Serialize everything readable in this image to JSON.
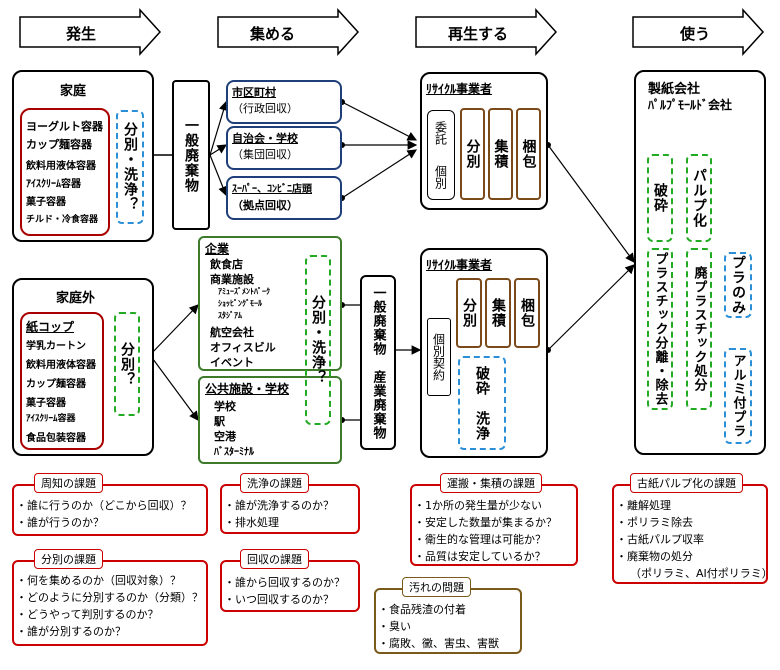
{
  "stages": [
    "発生",
    "集める",
    "再生する",
    "使う"
  ],
  "household": {
    "title": "家庭",
    "items": [
      "ヨーグルト容器",
      "カップ麺容器",
      "飲料用液体容器",
      "ｱｲｽｸﾘｰﾑ容器",
      "菓子容器",
      "チルド・冷食容器"
    ],
    "sort_wash": "分別・洗浄？"
  },
  "outside_home": {
    "title": "家庭外",
    "items": [
      "紙コップ",
      "学乳カートン",
      "飲料用液体容器",
      "カップ麺容器",
      "菓子容器",
      "ｱｲｽｸﾘｰﾑ容器",
      "食品包装容器"
    ],
    "sort": "分別？"
  },
  "general_waste": "一般廃棄物",
  "collect_top": [
    {
      "title": "市区町村",
      "sub": "（行政回収）"
    },
    {
      "title": "自治会・学校",
      "sub": "（集団回収）"
    },
    {
      "title": "ｽｰﾊﾟｰ、ｺﾝﾋﾞﾆ店頭",
      "sub": "（拠点回収）"
    }
  ],
  "business": {
    "title": "企業",
    "items": [
      "飲食店",
      "商業施設",
      "ｱﾐｭｰｽﾞﾒﾝﾄﾊﾟｰｸ",
      "ｼｮｯﾋﾟﾝｸﾞﾓｰﾙ",
      "ｽﾀｼﾞｱﾑ",
      "航空会社",
      "オフィスビル",
      "イベント"
    ]
  },
  "public": {
    "title": "公共施設・学校",
    "items": [
      "学校",
      "駅",
      "空港",
      "ﾊﾞｽﾀｰﾐﾅﾙ"
    ]
  },
  "sort_wash_mid": "分別・洗浄？",
  "waste_mid": "一般廃棄物　産業廃棄物",
  "recycler_top": {
    "title": "ﾘｻｲｸﾙ事業者",
    "consign": "委託",
    "individual": "個別",
    "steps": [
      "分別",
      "集積",
      "梱包"
    ]
  },
  "recycler_bottom": {
    "title": "ﾘｻｲｸﾙ事業者",
    "contract": "個別契約",
    "steps": [
      "分別",
      "集積",
      "梱包"
    ],
    "crush_wash": "破砕　洗浄"
  },
  "paper_company": {
    "title1": "製紙会社",
    "title2": "ﾊﾟﾙﾌﾟﾓｰﾙﾄﾞ会社",
    "crush": "破砕",
    "pulp": "パルプ化",
    "plastic_sep": "プラスチック分離・除去",
    "waste_plastic": "廃プラスチック処分",
    "plastic_only": "プラのみ",
    "aluminum": "アルミ付プラ"
  },
  "issues": {
    "awareness": {
      "title": "周知の課題",
      "items": [
        "誰に行うのか（どこから回収）？",
        "誰が行うのか？"
      ]
    },
    "sorting": {
      "title": "分別の課題",
      "items": [
        "何を集めるのか（回収対象）？",
        "どのように分別するのか（分類）？",
        "どうやって判別するのか？",
        "誰が分別するのか？"
      ]
    },
    "washing": {
      "title": "洗浄の課題",
      "items": [
        "誰が洗浄するのか？",
        "排水処理"
      ]
    },
    "collection": {
      "title": "回収の課題",
      "items": [
        "誰から回収するのか？",
        "いつ回収するのか？"
      ]
    },
    "transport": {
      "title": "運搬・集積の課題",
      "items": [
        "1か所の発生量が少ない",
        "安定した数量が集まるか？",
        "衛生的な管理は可能か？",
        "品質は安定しているか？"
      ]
    },
    "dirt": {
      "title": "汚れの問題",
      "items": [
        "食品残渣の付着",
        "臭い",
        "腐敗、黴、害虫、害獣"
      ]
    },
    "pulping": {
      "title": "古紙パルプ化の課題",
      "items": [
        "離解処理",
        "ポリラミ除去",
        "古紙パルプ収率",
        "廃棄物の処分",
        "（ポリラミ、AI付ポリラミ）"
      ]
    }
  }
}
